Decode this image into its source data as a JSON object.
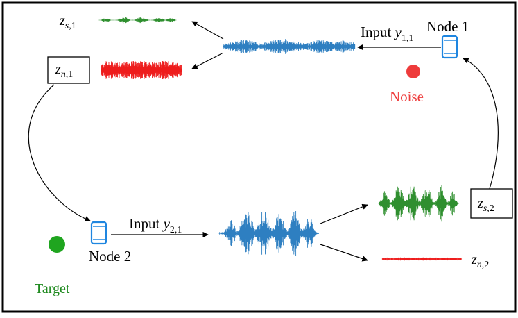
{
  "colors": {
    "frame": "#000000",
    "mixed_signal": "#2e7fc1",
    "speech_signal": "#2f8f2f",
    "noise_signal": "#ee1c1c",
    "noise_source": "#ee3b3b",
    "target_source": "#1fa51f",
    "device": "#1f86e0"
  },
  "icons": {
    "device": "smartphone-icon",
    "source": "filled-circle-icon"
  },
  "node1": {
    "label": "Node 1",
    "input": {
      "prefix": "Input ",
      "var": "y",
      "sub": "1,1"
    }
  },
  "node2": {
    "label": "Node 2",
    "input": {
      "prefix": "Input ",
      "var": "y",
      "sub": "2,1"
    }
  },
  "sources": {
    "noise": "Noise",
    "target": "Target"
  },
  "outputs": {
    "zs1": {
      "var": "z",
      "sub_letter": "s",
      "sub_rest": ",1"
    },
    "zn1": {
      "var": "z",
      "sub_letter": "n",
      "sub_rest": ",1"
    },
    "zs2": {
      "var": "z",
      "sub_letter": "s",
      "sub_rest": ",2"
    },
    "zn2": {
      "var": "z",
      "sub_letter": "n",
      "sub_rest": ",2"
    }
  }
}
